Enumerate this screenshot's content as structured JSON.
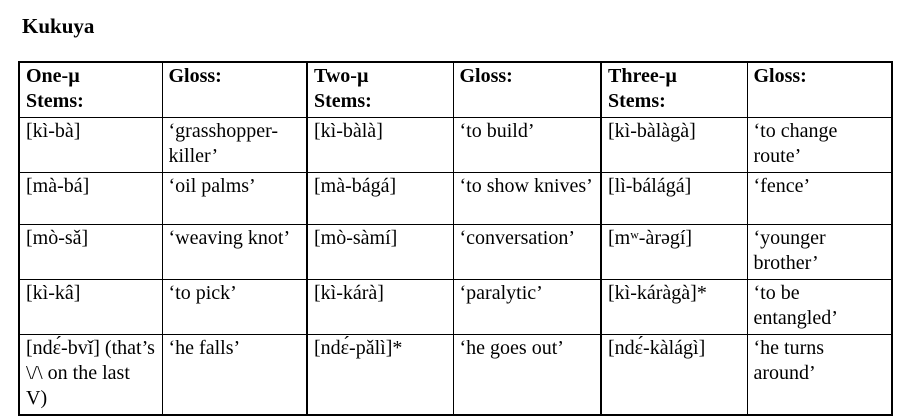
{
  "title": "Kukuya",
  "headers": [
    {
      "line1": "One-µ",
      "line2": "Stems:"
    },
    {
      "line1": "Gloss:",
      "line2": ""
    },
    {
      "line1": "Two-µ",
      "line2": "Stems:"
    },
    {
      "line1": "Gloss:",
      "line2": ""
    },
    {
      "line1": "Three-µ",
      "line2": "Stems:"
    },
    {
      "line1": "Gloss:",
      "line2": ""
    }
  ],
  "rows": [
    [
      "[kì-bà]",
      "‘grasshopper-killer’",
      "[kì-bàlà]",
      "‘to build’",
      "[kì-bàlàgà]",
      "‘to change route’"
    ],
    [
      "[mà-bá]",
      "‘oil palms’",
      "[mà-bágá]",
      "‘to show knives’",
      "[lì-bálágá]",
      "‘fence’"
    ],
    [
      "[mò-sǎ]",
      "‘weaving knot’",
      "[mò-sàmí]",
      "‘conversation’",
      "[mʷ-àrəgí]",
      "‘younger brother’"
    ],
    [
      "[kì-kâ]",
      "‘to pick’",
      "[kì-kárà]",
      "‘paralytic’",
      "[kì-káràgà]*",
      "‘to be entangled’"
    ],
    [
      "[ndɛ́-bvǐ] (that’s \\/\\ on the last V)",
      "‘he falls’",
      "[ndɛ́-pǎlì]*",
      "‘he goes out’",
      "[ndɛ́-kàlágì]",
      "‘he turns around’"
    ]
  ]
}
